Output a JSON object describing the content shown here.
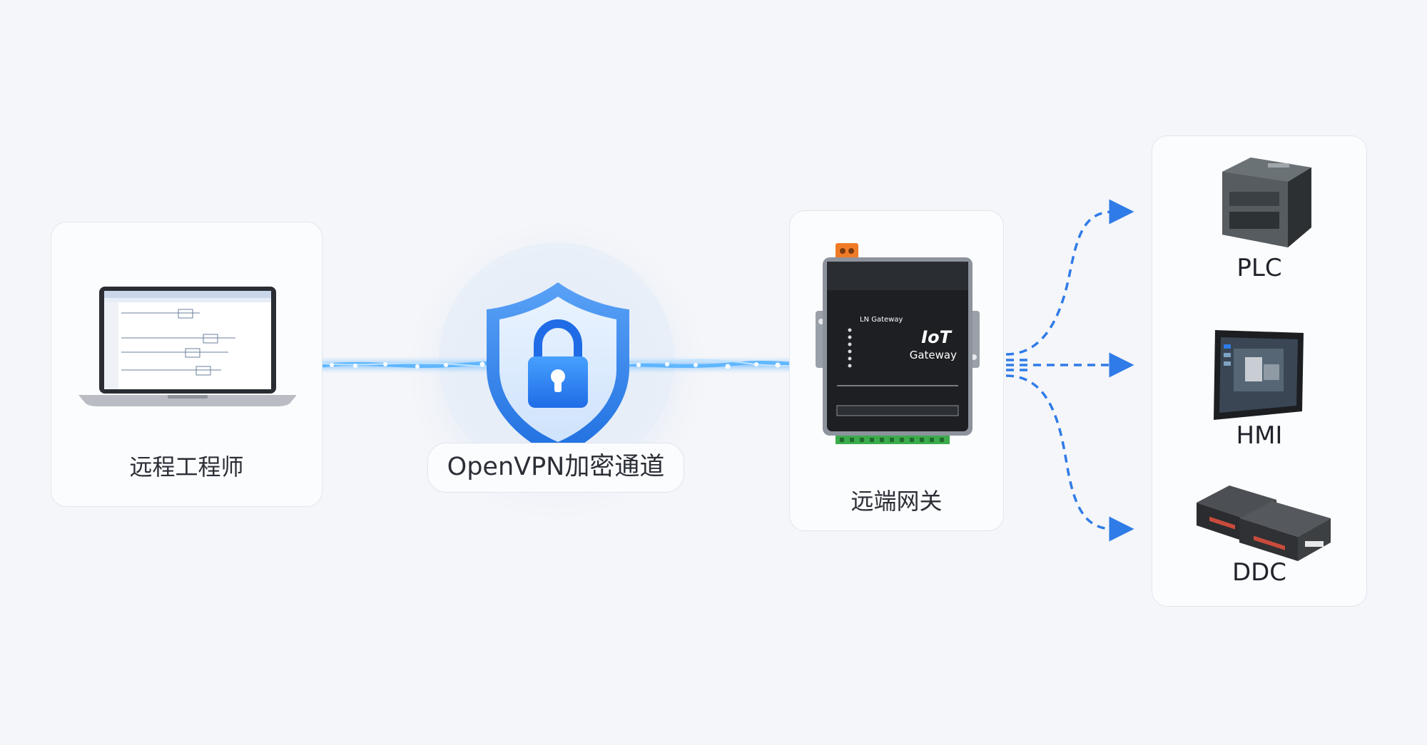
{
  "engineer": {
    "label": "远程工程师",
    "icon": "laptop-icon"
  },
  "tunnel": {
    "label": "OpenVPN加密通道",
    "icon": "shield-lock-icon"
  },
  "gateway": {
    "label": "远端网关",
    "icon": "iot-gateway-icon",
    "device_text": {
      "title": "IoT",
      "subtitle": "Gateway",
      "brand": "LN Gateway"
    }
  },
  "devices": [
    {
      "label": "PLC",
      "icon": "plc-icon"
    },
    {
      "label": "HMI",
      "icon": "hmi-icon"
    },
    {
      "label": "DDC",
      "icon": "ddc-icon"
    }
  ],
  "colors": {
    "accent": "#2f7be8",
    "line": "#4a9bf5",
    "background": "#f5f6f9"
  }
}
